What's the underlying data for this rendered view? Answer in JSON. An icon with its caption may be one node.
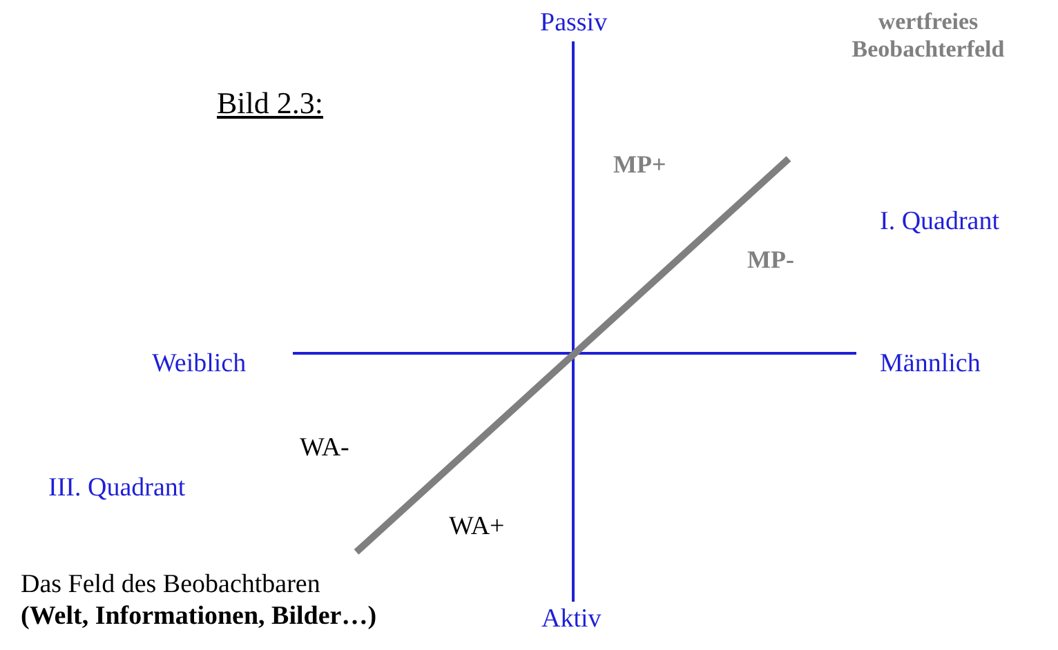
{
  "diagram": {
    "labels": [
      "wertfreies Beobachterfeld",
      "Passiv",
      "Bild 2.3:",
      "MP+",
      "I. Quadrant",
      "MP-",
      "Weiblich",
      "Männlich",
      "WA-",
      "III. Quadrant",
      "WA+",
      "Das Feld des Beobachtbaren **(Welt, Informationen, Bilder…)**",
      "Aktiv"
    ]
  }
}
